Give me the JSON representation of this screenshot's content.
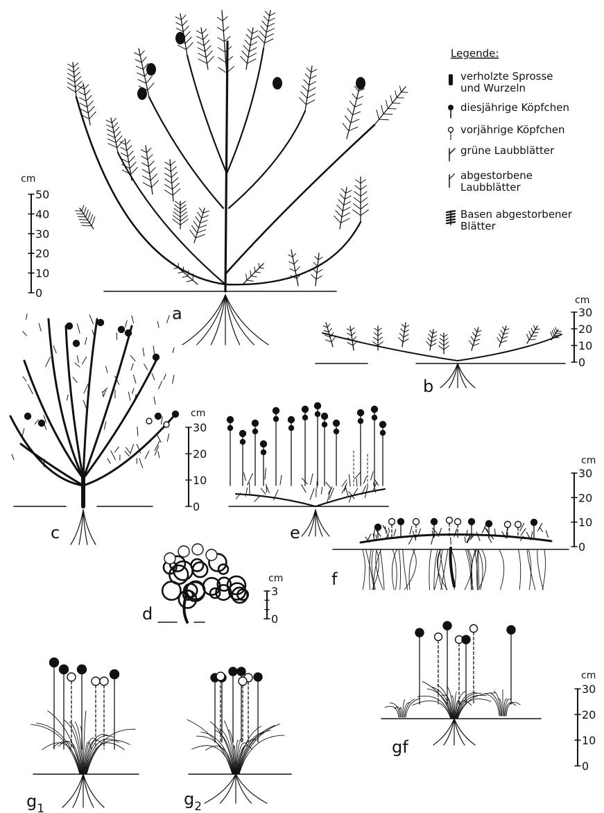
{
  "legend": {
    "title": "Legende:",
    "items": [
      {
        "icon": "woody-shoot-icon",
        "lines": [
          "verholzte Sprosse",
          "und Wurzeln"
        ]
      },
      {
        "icon": "current-year-head-icon",
        "lines": [
          "diesjährige Köpfchen"
        ]
      },
      {
        "icon": "last-year-head-icon",
        "lines": [
          "vorjährige Köpfchen"
        ]
      },
      {
        "icon": "green-leaf-icon",
        "lines": [
          "grüne Laubblätter"
        ]
      },
      {
        "icon": "dead-leaf-icon",
        "lines": [
          "abgestorbene",
          "Laubblätter"
        ]
      },
      {
        "icon": "dead-leaf-base-icon",
        "lines": [
          "Basen abgestorbener",
          "Blätter"
        ]
      }
    ]
  },
  "panels": [
    {
      "id": "a",
      "label": "a"
    },
    {
      "id": "b",
      "label": "b"
    },
    {
      "id": "c",
      "label": "c"
    },
    {
      "id": "d",
      "label": "d"
    },
    {
      "id": "e",
      "label": "e"
    },
    {
      "id": "f",
      "label": "f"
    },
    {
      "id": "g1",
      "label": "g",
      "sub": "1"
    },
    {
      "id": "g2",
      "label": "g",
      "sub": "2"
    },
    {
      "id": "gf",
      "label": "gf"
    }
  ],
  "scales": [
    {
      "id": "a",
      "unit": "cm",
      "ticks": [
        "50",
        "40",
        "30",
        "20",
        "10",
        "0"
      ]
    },
    {
      "id": "b",
      "unit": "cm",
      "ticks": [
        "30",
        "20",
        "10",
        "0"
      ]
    },
    {
      "id": "c",
      "unit": "cm",
      "ticks": [
        "30",
        "20",
        "10",
        "0"
      ]
    },
    {
      "id": "d",
      "unit": "cm",
      "ticks": [
        "3",
        "0"
      ]
    },
    {
      "id": "f",
      "unit": "cm",
      "ticks": [
        "30",
        "20",
        "10",
        "0"
      ]
    },
    {
      "id": "gf",
      "unit": "cm",
      "ticks": [
        "30",
        "20",
        "10",
        "0"
      ]
    }
  ]
}
